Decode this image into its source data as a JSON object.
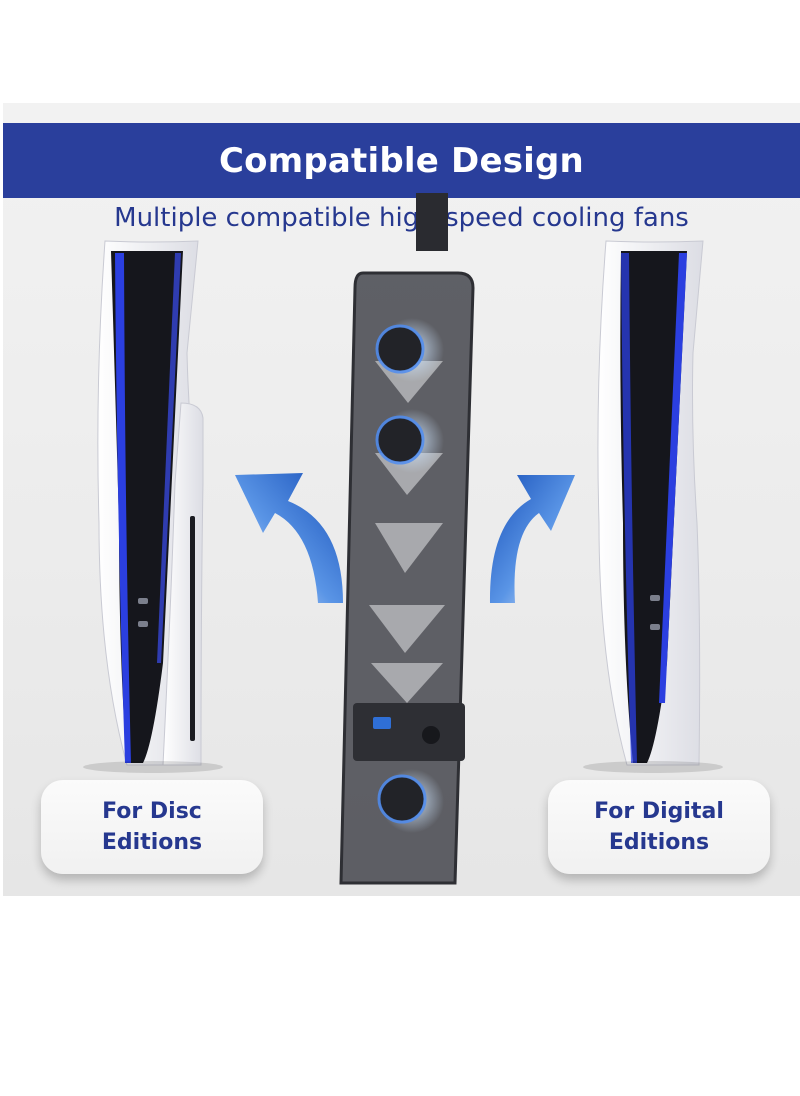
{
  "header": {
    "title": "Compatible Design",
    "subtitle": "Multiple compatible high-speed cooling fans"
  },
  "labels": {
    "disc": "For Disc\nEditions",
    "digital": "For Digital\nEditions"
  },
  "colors": {
    "brand_blue": "#2a3f9c",
    "text_blue": "#26388f",
    "console_white": "#f7f7fb",
    "console_black": "#15161c",
    "accent_blue": "#2b3fe0",
    "stand_gray": "#3c3c40",
    "arrow_blue": "#1f63c8"
  },
  "icons": {
    "left_arrow": "curved-arrow-icon",
    "right_arrow": "curved-arrow-icon"
  }
}
